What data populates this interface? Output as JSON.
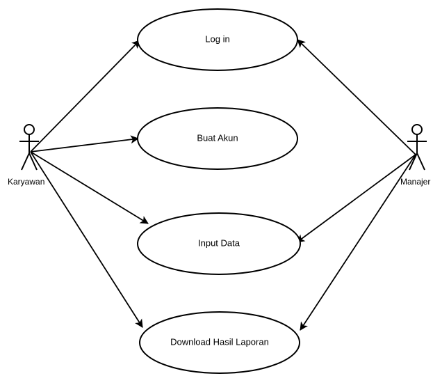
{
  "actors": {
    "karyawan": {
      "label": "Karyawan"
    },
    "manajer": {
      "label": "Manajer"
    }
  },
  "usecases": {
    "login": {
      "label": "Log in"
    },
    "buat_akun": {
      "label": "Buat Akun"
    },
    "input_data": {
      "label": "Input Data"
    },
    "download": {
      "label": "Download Hasil Laporan"
    }
  },
  "associations": [
    {
      "from": "karyawan",
      "to": "login"
    },
    {
      "from": "karyawan",
      "to": "buat_akun"
    },
    {
      "from": "karyawan",
      "to": "input_data"
    },
    {
      "from": "karyawan",
      "to": "download"
    },
    {
      "from": "manajer",
      "to": "login"
    },
    {
      "from": "manajer",
      "to": "input_data"
    },
    {
      "from": "manajer",
      "to": "download"
    }
  ],
  "colors": {
    "stroke": "#000000",
    "background": "#ffffff"
  }
}
